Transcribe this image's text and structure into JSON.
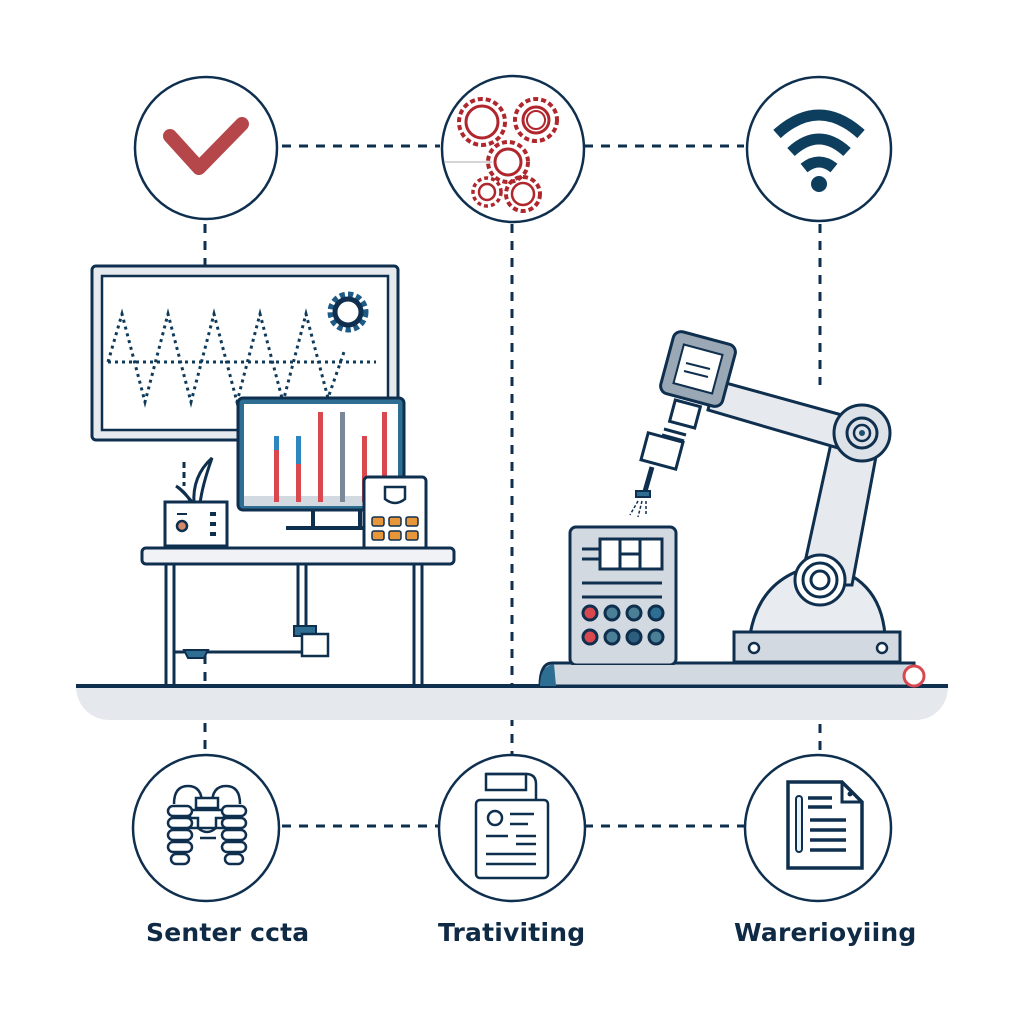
{
  "colors": {
    "navy": "#0f2f4f",
    "accent_red": "#b5474b",
    "bright_red": "#d9474f",
    "steel_blue": "#2d6e92",
    "light_gray": "#e6e9ee",
    "panel_gray": "#d3d9e0",
    "orange": "#e8963a"
  },
  "top_nodes": [
    {
      "id": "verification",
      "icon": "checkmark-icon"
    },
    {
      "id": "processing",
      "icon": "gears-icon"
    },
    {
      "id": "connectivity",
      "icon": "wifi-icon"
    }
  ],
  "bottom_nodes": [
    {
      "id": "sensor-data",
      "icon": "sensor-module-icon",
      "label": "Senter ccta"
    },
    {
      "id": "tracking",
      "icon": "clipboard-document-icon",
      "label": "Trativiting"
    },
    {
      "id": "reporting",
      "icon": "report-document-icon",
      "label": "Warerioyiing"
    }
  ],
  "scene": {
    "left": {
      "name": "monitoring-workstation",
      "elements": [
        "waveform-display",
        "bar-chart-monitor",
        "control-keypad",
        "plant-pot",
        "desk"
      ]
    },
    "right": {
      "name": "robotic-arm-cell",
      "elements": [
        "robotic-arm",
        "control-cabinet",
        "conveyor-base"
      ]
    }
  }
}
